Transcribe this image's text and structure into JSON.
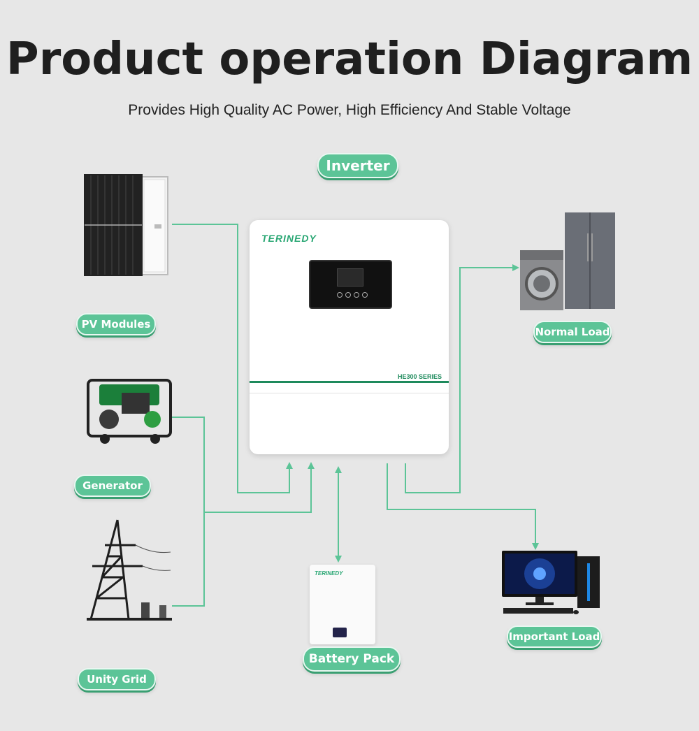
{
  "title": "Product operation Diagram",
  "subtitle": "Provides High Quality AC Power, High Efficiency And Stable Voltage",
  "nodes": {
    "inverter": "Inverter",
    "pv_modules": "PV Modules",
    "generator": "Generator",
    "unity_grid": "Unity Grid",
    "battery_pack": "Battery Pack",
    "normal_load": "Normal Load",
    "important_load": "Important Load"
  },
  "inverter_device": {
    "brand": "TERINEDY",
    "series": "HE300 SERIES"
  },
  "battery_device": {
    "brand": "TERINEDY"
  },
  "colors": {
    "accent": "#5cc497",
    "line": "#5cc497",
    "background": "#e7e7e7"
  },
  "icons": [
    "solar-panel-icon",
    "generator-icon",
    "power-tower-icon",
    "washing-machine-icon",
    "refrigerator-icon",
    "desktop-computer-icon"
  ]
}
